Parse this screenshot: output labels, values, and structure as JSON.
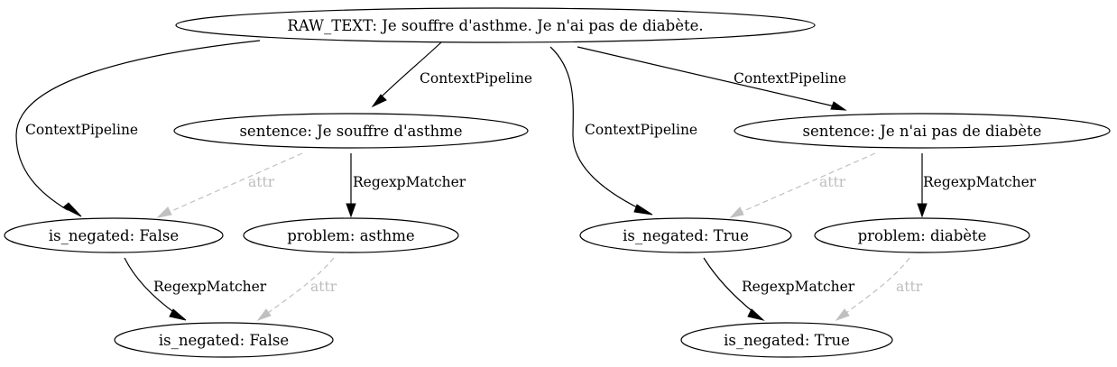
{
  "nodes": {
    "raw_text": "RAW_TEXT: Je souffre d'asthme. Je n'ai pas de diabète.",
    "sentence_1": "sentence: Je souffre d'asthme",
    "sentence_2": "sentence: Je n'ai pas de diabète",
    "is_negated_false_ctx": "is_negated: False",
    "problem_asthme": "problem: asthme",
    "is_negated_true_ctx": "is_negated: True",
    "problem_diabete": "problem: diabète",
    "is_negated_false_attr": "is_negated: False",
    "is_negated_true_attr": "is_negated: True"
  },
  "edges": {
    "raw_to_sentence_1": "ContextPipeline",
    "raw_to_sentence_2": "ContextPipeline",
    "raw_to_is_negated_false": "ContextPipeline",
    "raw_to_is_negated_true": "ContextPipeline",
    "sentence_1_to_problem": "RegexpMatcher",
    "sentence_1_to_is_negated": "attr",
    "sentence_2_to_problem": "RegexpMatcher",
    "sentence_2_to_is_negated": "attr",
    "is_negated_false_to_attr": "RegexpMatcher",
    "problem_asthme_to_attr": "attr",
    "is_negated_true_to_attr": "RegexpMatcher",
    "problem_diabete_to_attr": "attr"
  },
  "colors": {
    "node_stroke": "#000000",
    "solid_edge": "#000000",
    "attr_edge": "#c0c0c0",
    "attr_text": "#bdbdbd"
  }
}
